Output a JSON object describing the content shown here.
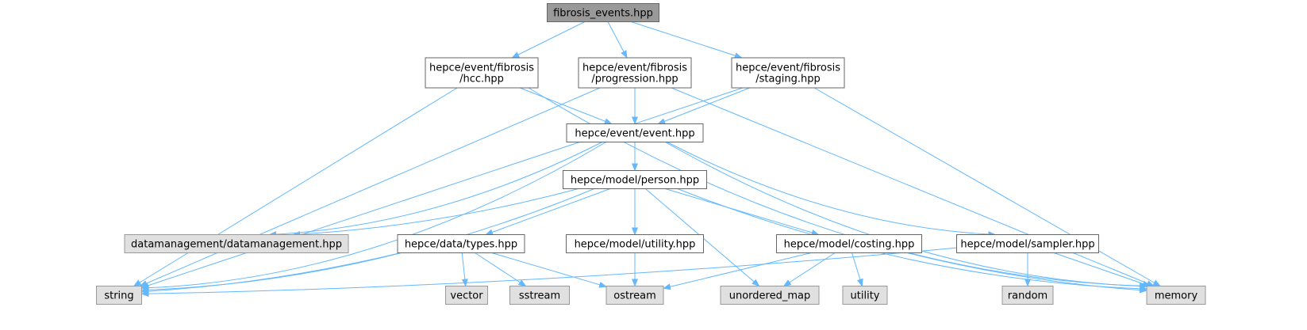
{
  "colors": {
    "edge": "#63b8ff",
    "node_border": "#666666",
    "root_fill": "#999999",
    "node_fill": "#ffffff",
    "external_fill": "#e0e0e0",
    "external_border": "#999999"
  },
  "nodes": [
    {
      "id": "fibrosis_events",
      "lines": [
        "fibrosis_events.hpp"
      ],
      "kind": "root"
    },
    {
      "id": "hcc",
      "lines": [
        "hepce/event/fibrosis",
        "/hcc.hpp"
      ],
      "kind": "local"
    },
    {
      "id": "progression",
      "lines": [
        "hepce/event/fibrosis",
        "/progression.hpp"
      ],
      "kind": "local"
    },
    {
      "id": "staging",
      "lines": [
        "hepce/event/fibrosis",
        "/staging.hpp"
      ],
      "kind": "local"
    },
    {
      "id": "event",
      "lines": [
        "hepce/event/event.hpp"
      ],
      "kind": "local"
    },
    {
      "id": "person",
      "lines": [
        "hepce/model/person.hpp"
      ],
      "kind": "local"
    },
    {
      "id": "datamanagement",
      "lines": [
        "datamanagement/datamanagement.hpp"
      ],
      "kind": "external"
    },
    {
      "id": "types",
      "lines": [
        "hepce/data/types.hpp"
      ],
      "kind": "local"
    },
    {
      "id": "utility_hpp",
      "lines": [
        "hepce/model/utility.hpp"
      ],
      "kind": "local"
    },
    {
      "id": "costing",
      "lines": [
        "hepce/model/costing.hpp"
      ],
      "kind": "local"
    },
    {
      "id": "sampler",
      "lines": [
        "hepce/model/sampler.hpp"
      ],
      "kind": "local"
    },
    {
      "id": "string",
      "lines": [
        "string"
      ],
      "kind": "external"
    },
    {
      "id": "vector",
      "lines": [
        "vector"
      ],
      "kind": "external"
    },
    {
      "id": "sstream",
      "lines": [
        "sstream"
      ],
      "kind": "external"
    },
    {
      "id": "ostream",
      "lines": [
        "ostream"
      ],
      "kind": "external"
    },
    {
      "id": "unordered_map",
      "lines": [
        "unordered_map"
      ],
      "kind": "external"
    },
    {
      "id": "utility",
      "lines": [
        "utility"
      ],
      "kind": "external"
    },
    {
      "id": "random",
      "lines": [
        "random"
      ],
      "kind": "external"
    },
    {
      "id": "memory",
      "lines": [
        "memory"
      ],
      "kind": "external"
    }
  ],
  "edges": [
    [
      "fibrosis_events",
      "hcc"
    ],
    [
      "fibrosis_events",
      "progression"
    ],
    [
      "fibrosis_events",
      "staging"
    ],
    [
      "hcc",
      "string"
    ],
    [
      "hcc",
      "event"
    ],
    [
      "hcc",
      "memory"
    ],
    [
      "progression",
      "string"
    ],
    [
      "progression",
      "event"
    ],
    [
      "progression",
      "memory"
    ],
    [
      "staging",
      "event"
    ],
    [
      "staging",
      "string"
    ],
    [
      "staging",
      "memory"
    ],
    [
      "event",
      "string"
    ],
    [
      "event",
      "datamanagement"
    ],
    [
      "event",
      "person"
    ],
    [
      "event",
      "sampler"
    ],
    [
      "event",
      "memory"
    ],
    [
      "person",
      "datamanagement"
    ],
    [
      "person",
      "string"
    ],
    [
      "person",
      "types"
    ],
    [
      "person",
      "utility_hpp"
    ],
    [
      "person",
      "unordered_map"
    ],
    [
      "person",
      "costing"
    ],
    [
      "person",
      "memory"
    ],
    [
      "types",
      "string"
    ],
    [
      "types",
      "vector"
    ],
    [
      "types",
      "sstream"
    ],
    [
      "types",
      "ostream"
    ],
    [
      "utility_hpp",
      "ostream"
    ],
    [
      "costing",
      "ostream"
    ],
    [
      "costing",
      "unordered_map"
    ],
    [
      "costing",
      "utility"
    ],
    [
      "costing",
      "memory"
    ],
    [
      "sampler",
      "string"
    ],
    [
      "sampler",
      "random"
    ],
    [
      "sampler",
      "memory"
    ]
  ]
}
